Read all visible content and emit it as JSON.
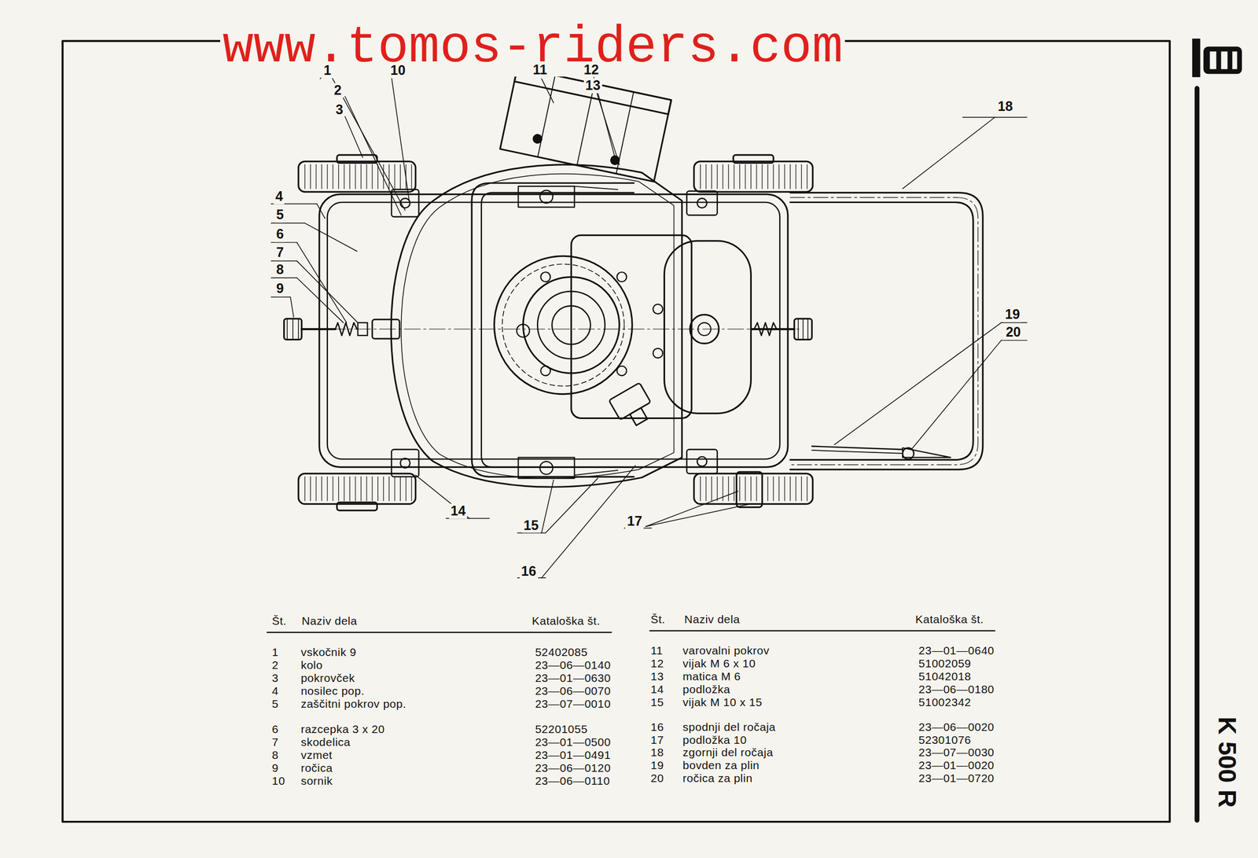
{
  "diagram": {
    "labels": [
      "www.tomos-riders.com",
      "1",
      "10",
      "2",
      "3",
      "11",
      "12",
      "13",
      "18",
      "4",
      "5",
      "6",
      "7",
      "8",
      "9",
      "19",
      "20",
      "14",
      "15",
      "17",
      "16",
      "Št.",
      "Naziv dela",
      "Kataloška št.",
      "Št.",
      "Naziv dela",
      "Kataloška št.",
      "1",
      "vskočnik 9",
      "52402085",
      "2",
      "kolo",
      "23—06—0140",
      "3",
      "pokrovček",
      "23—01—0630",
      "4",
      "nosilec pop.",
      "23—06—0070",
      "5",
      "zaščitni pokrov pop.",
      "23—07—0010",
      "6",
      "razcepka 3 x 20",
      "52201055",
      "7",
      "skodelica",
      "23—01—0500",
      "8",
      "vzmet",
      "23—01—0491",
      "9",
      "ročica",
      "23—06—0120",
      "10",
      "sornik",
      "23—06—0110",
      "11",
      "varovalni pokrov",
      "23—01—0640",
      "12",
      "vijak M 6 x 10",
      "51002059",
      "13",
      "matica M 6",
      "51042018",
      "14",
      "podložka",
      "23—06—0180",
      "15",
      "vijak M 10 x 15",
      "51002342",
      "16",
      "spodnji del ročaja",
      "23—06—0020",
      "17",
      "podložka 10",
      "52301076",
      "18",
      "zgornji del ročaja",
      "23—07—0030",
      "19",
      "bovden za plin",
      "23—01—0020",
      "20",
      "ročica za plin",
      "23—01—0720",
      "K 500 R"
    ]
  }
}
